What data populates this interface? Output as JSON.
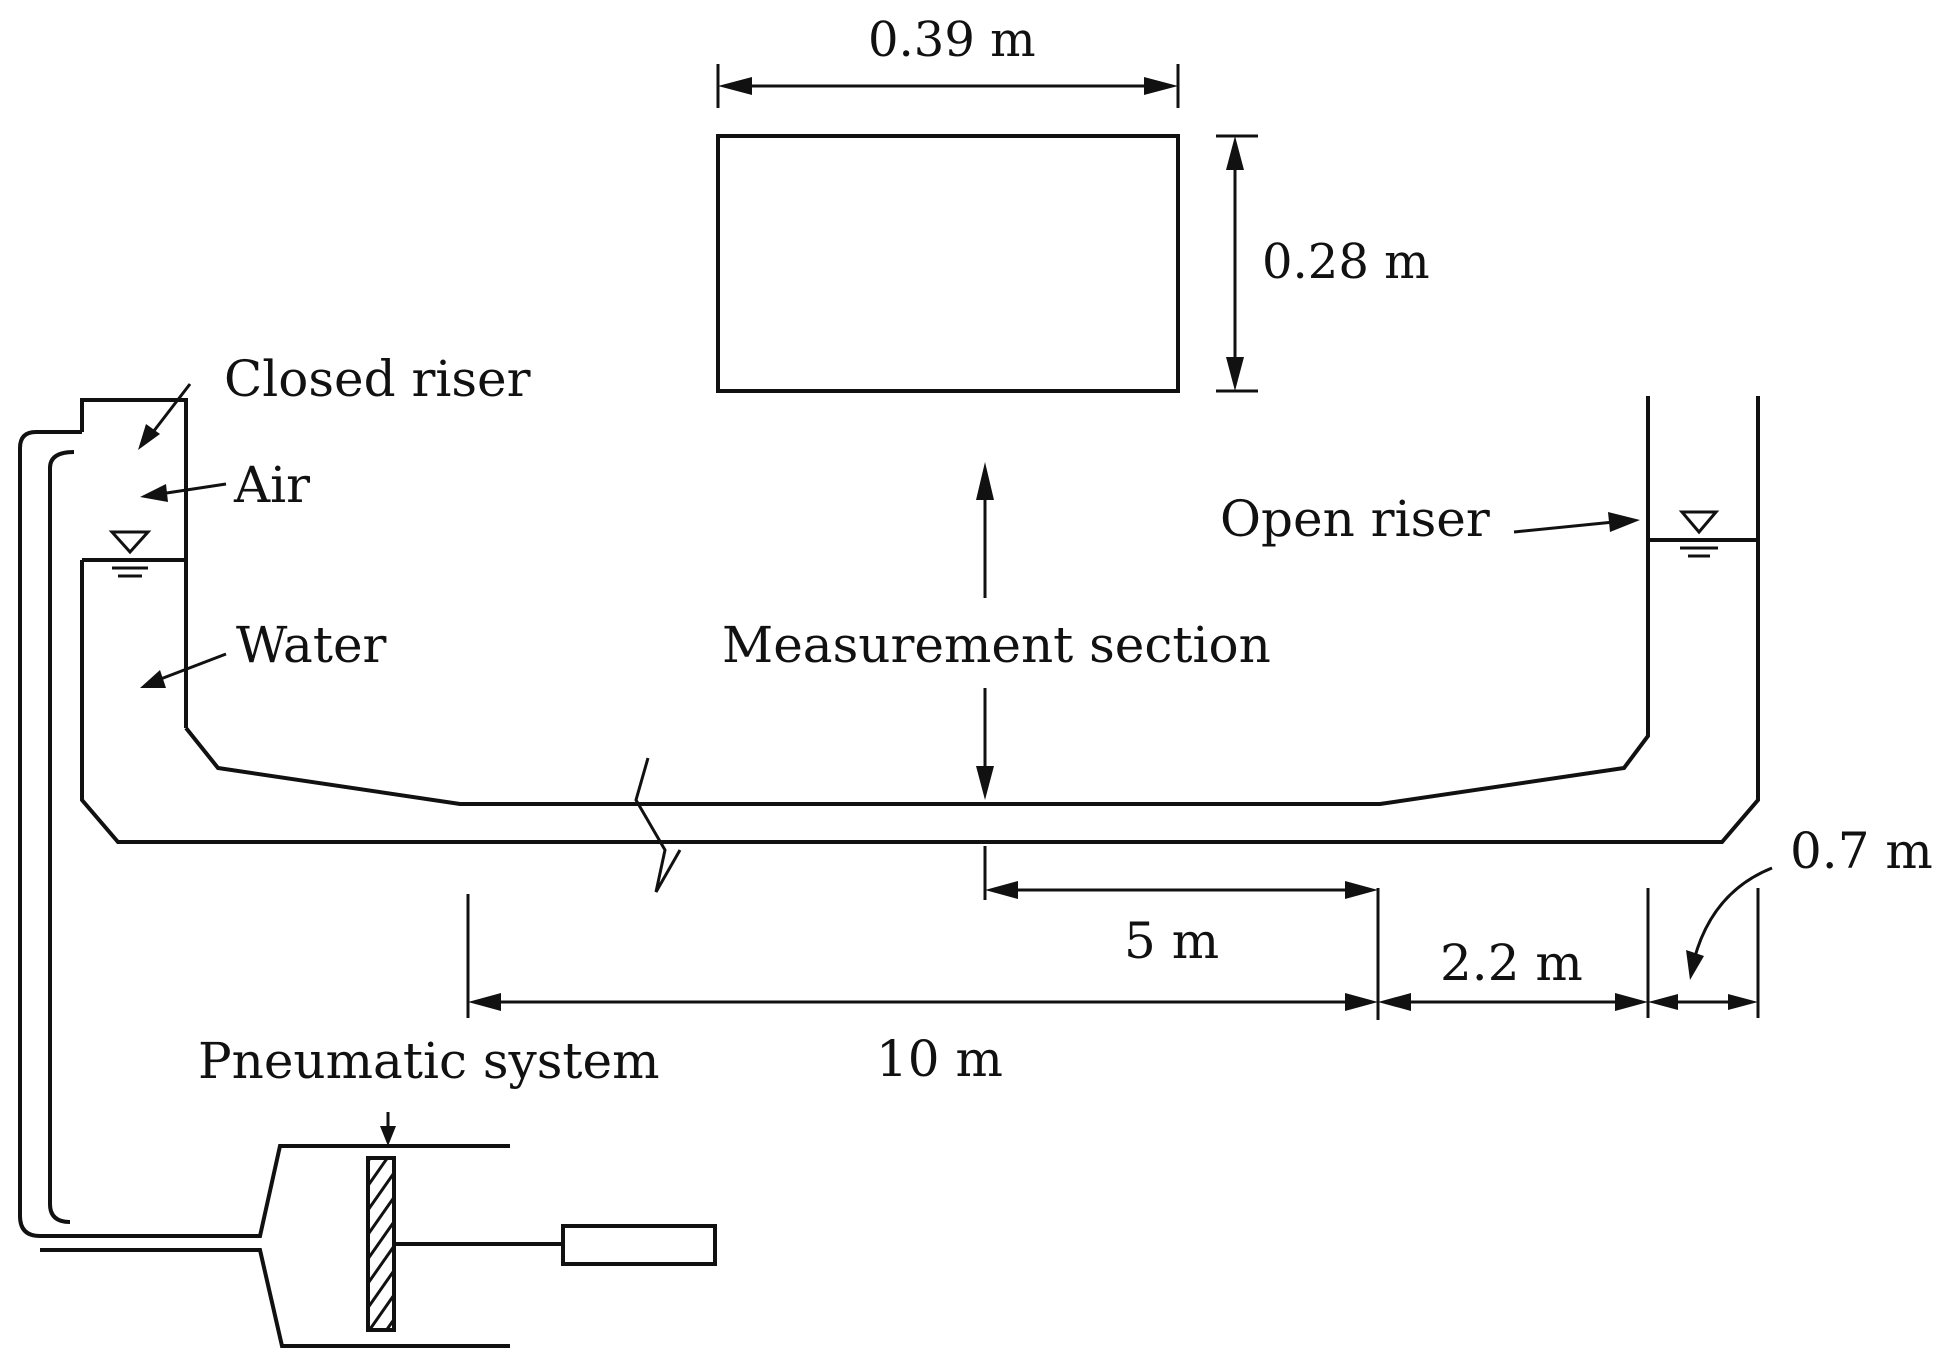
{
  "labels": {
    "width": "0.39 m",
    "height": "0.28 m",
    "closed_riser": "Closed riser",
    "air": "Air",
    "water": "Water",
    "measurement_section": "Measurement section",
    "open_riser": "Open riser",
    "dist_5": "5 m",
    "dist_10": "10 m",
    "dist_2_2": "2.2 m",
    "dist_0_7": "0.7 m",
    "pneumatic_system": "Pneumatic system"
  },
  "colors": {
    "ink": "#111111",
    "background": "#ffffff"
  }
}
